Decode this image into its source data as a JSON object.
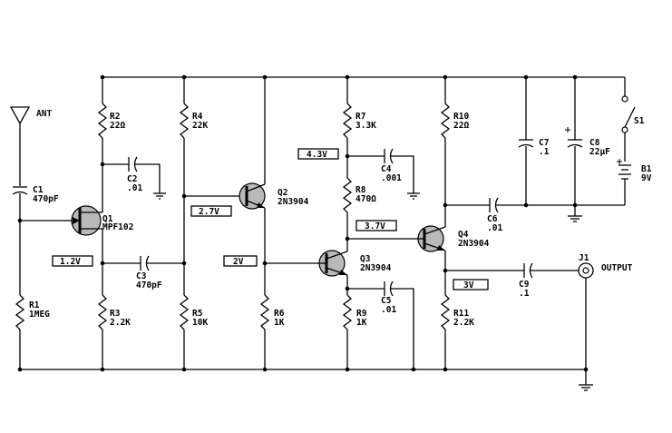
{
  "components": {
    "ant": "ANT",
    "c1": {
      "ref": "C1",
      "value": "470pF"
    },
    "q1": {
      "ref": "Q1",
      "value": "MPF102"
    },
    "r1": {
      "ref": "R1",
      "value": "1MEG"
    },
    "r2": {
      "ref": "R2",
      "value": "22Ω"
    },
    "c2": {
      "ref": "C2",
      "value": ".01"
    },
    "c3": {
      "ref": "C3",
      "value": "470pF"
    },
    "r3": {
      "ref": "R3",
      "value": "2.2K"
    },
    "r4": {
      "ref": "R4",
      "value": "22K"
    },
    "r5": {
      "ref": "R5",
      "value": "10K"
    },
    "q2": {
      "ref": "Q2",
      "value": "2N3904"
    },
    "r6": {
      "ref": "R6",
      "value": "1K"
    },
    "r7": {
      "ref": "R7",
      "value": "3.3K"
    },
    "c4": {
      "ref": "C4",
      "value": ".001"
    },
    "r8": {
      "ref": "R8",
      "value": "470Ω"
    },
    "q3": {
      "ref": "Q3",
      "value": "2N3904"
    },
    "c5": {
      "ref": "C5",
      "value": ".01"
    },
    "r9": {
      "ref": "R9",
      "value": "1K"
    },
    "r10": {
      "ref": "R10",
      "value": "22Ω"
    },
    "c6": {
      "ref": "C6",
      "value": ".01"
    },
    "q4": {
      "ref": "Q4",
      "value": "2N3904"
    },
    "r11": {
      "ref": "R11",
      "value": "2.2K"
    },
    "c7": {
      "ref": "C7",
      "value": ".1"
    },
    "c8": {
      "ref": "C8",
      "value": "22µF"
    },
    "s1": {
      "ref": "S1"
    },
    "b1": {
      "ref": "B1",
      "value": "9V"
    },
    "c9": {
      "ref": "C9",
      "value": ".1"
    },
    "j1": {
      "ref": "J1",
      "label": "OUTPUT"
    }
  },
  "voltages": {
    "v1": "1.2V",
    "v2": "2.7V",
    "v3": "2V",
    "v4": "4.3V",
    "v5": "3.7V",
    "v6": "3V"
  }
}
